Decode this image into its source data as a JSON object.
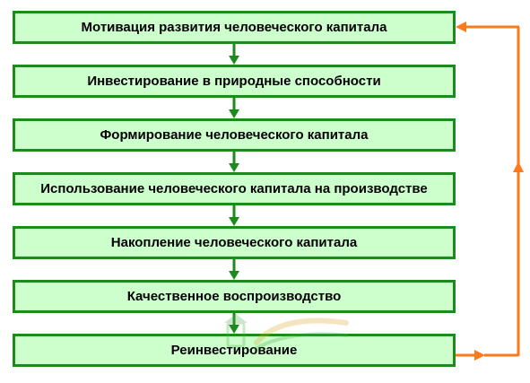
{
  "diagram": {
    "steps": [
      {
        "label": "Мотивация развития человеческого капитала"
      },
      {
        "label": "Инвестирование в природные способности"
      },
      {
        "label": "Формирование человеческого капитала"
      },
      {
        "label": "Использование человеческого капитала на производстве"
      },
      {
        "label": "Накопление человеческого капитала"
      },
      {
        "label": "Качественное воспроизводство"
      },
      {
        "label": "Реинвестирование"
      }
    ],
    "colors": {
      "box_fill": "#ccffcc",
      "box_border": "#1d8a1d",
      "down_arrow": "#1d8a1d",
      "feedback_arrow": "#ff7a1a"
    }
  }
}
